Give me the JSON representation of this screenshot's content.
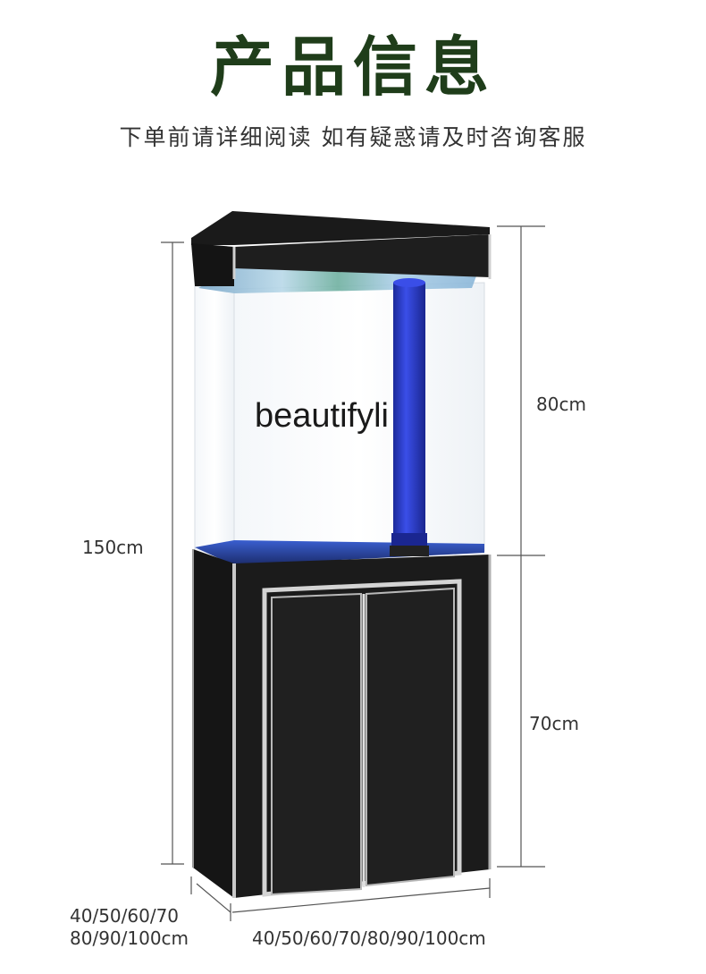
{
  "header": {
    "title": "产品信息",
    "subtitle": "下单前请详细阅读 如有疑惑请及时咨询客服"
  },
  "watermark": "beautifyli",
  "dimensions": {
    "total_height": "150cm",
    "tank_height": "80cm",
    "cabinet_height": "70cm",
    "depth_line1": "40/50/60/70",
    "depth_line2": "80/90/100cm",
    "width": "40/50/60/70/80/90/100cm"
  },
  "colors": {
    "title": "#1f3d1a",
    "cabinet": "#1b1b1b",
    "pipe": "#2233cc",
    "frame": "#c8c8c8"
  }
}
